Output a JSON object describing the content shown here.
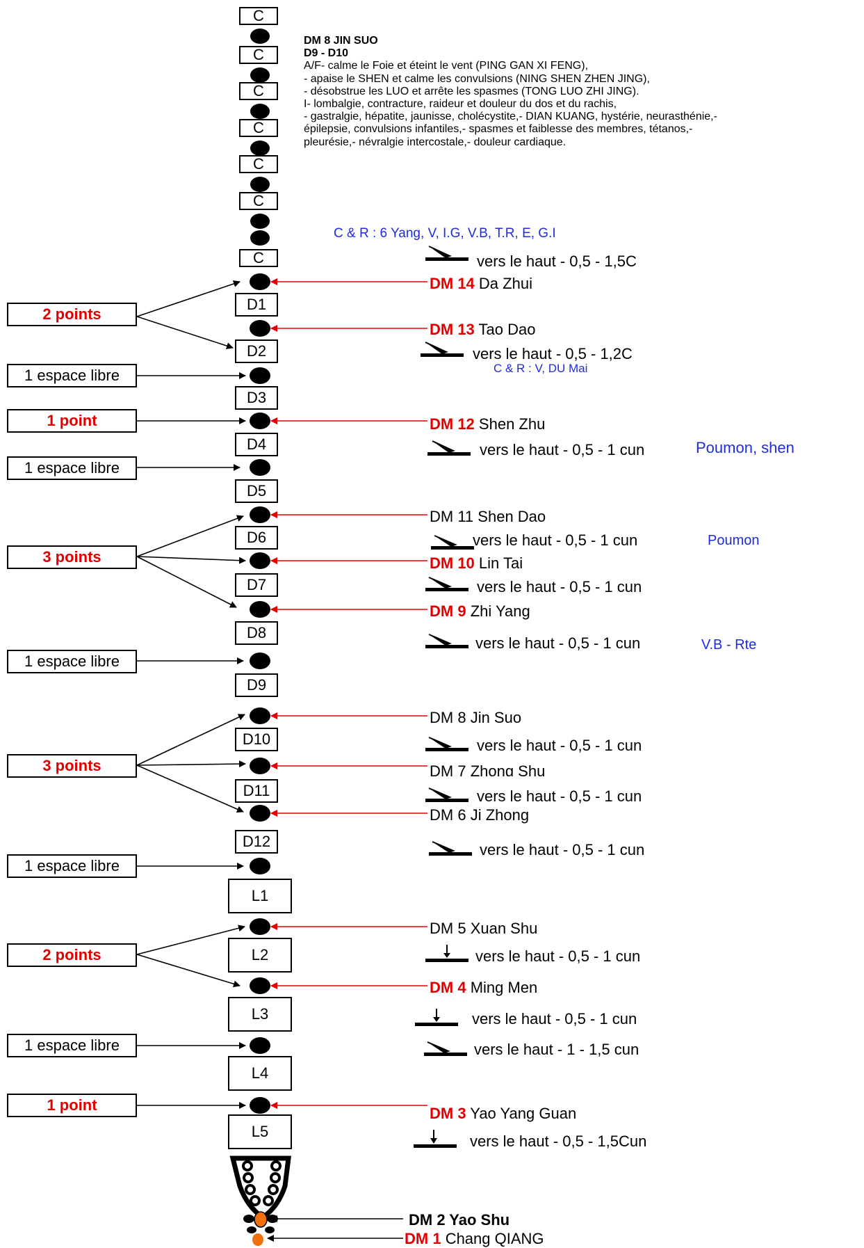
{
  "description": {
    "title": "DM 8 JIN SUO",
    "subtitle": "D9 - D10",
    "lines": [
      "A/F- calme le Foie et éteint le vent (PING GAN XI FENG),",
      "- apaise le SHEN et calme les convulsions (NING SHEN ZHEN JING),",
      "- désobstrue les LUO et arrête les spasmes (TONG LUO ZHI JING).",
      "I- lombalgie, contracture, raideur et douleur du dos et du rachis,",
      "- gastralgie, hépatite, jaunisse, cholécystite,- DIAN KUANG, hystérie, neurasthénie,-",
      "épilepsie, convulsions infantiles,- spasmes et faiblesse des membres, tétanos,-",
      "pleurésie,- névralgie intercostale,- douleur cardiaque."
    ]
  },
  "cervical_label": "C",
  "vertebrae": [
    "D1",
    "D2",
    "D3",
    "D4",
    "D5",
    "D6",
    "D7",
    "D8",
    "D9",
    "D10",
    "D11",
    "D12",
    "L1",
    "L2",
    "L3",
    "L4",
    "L5"
  ],
  "left_labels": [
    {
      "text": "2 points",
      "red": true
    },
    {
      "text": "1 espace libre",
      "red": false
    },
    {
      "text": "1 point",
      "red": true
    },
    {
      "text": "1 espace libre",
      "red": false
    },
    {
      "text": "3 points",
      "red": true
    },
    {
      "text": "1 espace libre",
      "red": false
    },
    {
      "text": "3 points",
      "red": true
    },
    {
      "text": "1 espace libre",
      "red": false
    },
    {
      "text": "2 points",
      "red": true
    },
    {
      "text": "1 espace libre",
      "red": false
    },
    {
      "text": "1 point",
      "red": true
    }
  ],
  "points": [
    {
      "code": "DM 14",
      "name": "Da Zhui"
    },
    {
      "code": "DM 13",
      "name": "Tao Dao"
    },
    {
      "code": "DM 12",
      "name": "Shen Zhu"
    },
    {
      "code": "DM 11",
      "name": "Shen Dao"
    },
    {
      "code": "DM 10",
      "name": "Lin Tai"
    },
    {
      "code": "DM 9",
      "name": "Zhi Yang"
    },
    {
      "code": "DM 8",
      "name": "Jin Suo"
    },
    {
      "code": "DM 7",
      "name": "Zhong Shu"
    },
    {
      "code": "DM 6",
      "name": "Ji Zhong"
    },
    {
      "code": "DM 5",
      "name": "Xuan Shu"
    },
    {
      "code": "DM 4",
      "name": "Ming Men"
    },
    {
      "code": "DM 3",
      "name": "Yao Yang Guan"
    },
    {
      "code": "DM 2",
      "name": "Yao Shu"
    },
    {
      "code": "DM 1",
      "name": "Chang QIANG"
    }
  ],
  "needling": [
    "vers le haut - 0,5 - 1,5C",
    "vers le haut - 0,5 - 1,2C",
    "vers le haut - 0,5 - 1 cun",
    "vers le haut - 0,5 - 1 cun",
    "vers le haut - 0,5 - 1 cun",
    "vers le haut - 0,5 - 1 cun",
    "vers le haut - 0,5 - 1 cun",
    "vers le haut - 0,5 - 1 cun",
    "vers le haut - 0,5 - 1 cun",
    "vers le haut - 0,5 - 1 cun",
    "vers le haut - 0,5 - 1 cun",
    "vers le haut - 1 - 1,5 cun",
    "vers le haut - 0,5 - 1,5Cun"
  ],
  "blue_notes": [
    "C & R : 6 Yang, V, I.G, V.B, T.R, E, G.I",
    "C & R : V, DU Mai",
    "Poumon, shen",
    "Poumon",
    "V.B - Rte"
  ],
  "colors": {
    "red": "#e00000",
    "blue": "#1e2be0",
    "black": "#000000",
    "orange": "#f07010"
  }
}
